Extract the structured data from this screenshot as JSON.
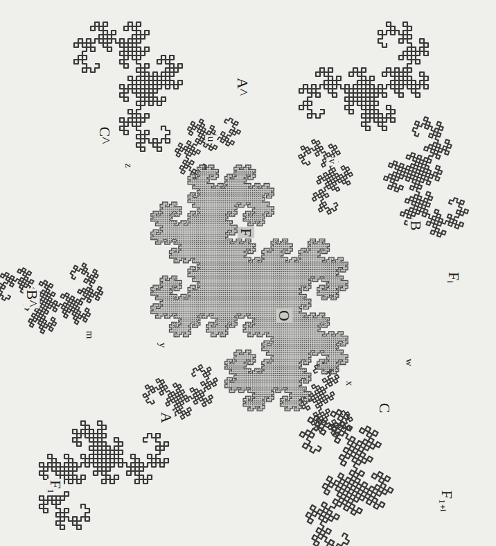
{
  "diagram": {
    "labels": [
      "A^",
      "C^",
      "u",
      "z",
      "v",
      "B",
      "Fᵢ",
      "F",
      "O",
      "B^",
      "m",
      "y",
      "w",
      "x",
      "C",
      "A",
      "F₁₊ᵢ",
      "F₁"
    ]
  }
}
